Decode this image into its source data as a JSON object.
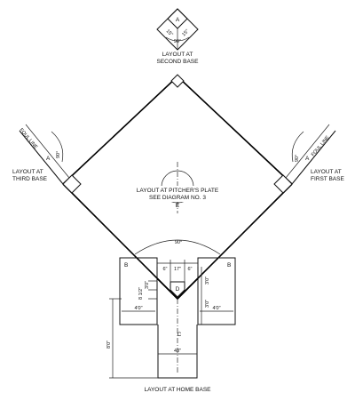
{
  "labels": {
    "second_base": [
      "LAYOUT AT",
      "SECOND BASE"
    ],
    "third_base": [
      "LAYOUT AT",
      "THIRD BASE"
    ],
    "first_base": [
      "LAYOUT AT",
      "FIRST BASE"
    ],
    "pitchers_plate": [
      "LAYOUT AT PITCHER'S PLATE",
      "SEE DIAGRAM NO. 3"
    ],
    "home_base": "LAYOUT AT HOME BASE",
    "foul_line_left": "FOUL LINE",
    "foul_line_right": "FOUL LINE"
  },
  "letters": {
    "A_second": "A",
    "A_third": "A",
    "A_first": "A",
    "B_left": "B",
    "B_right": "B",
    "C": "C",
    "D": "D",
    "E": "E"
  },
  "dimensions": {
    "second_15_left": "15\"",
    "second_15_right": "15\"",
    "second_90": "90°",
    "third_90": "90°",
    "first_90": "90°",
    "home_90": "90°",
    "six_left": "6\"",
    "seventeen": "17\"",
    "six_right": "6\"",
    "left_box_3ft": "3'0\"",
    "left_box_8_5": "8 1/2\"",
    "right_box_3ft": "3'0\"",
    "right_box_3ft_lower": "3'0\"",
    "left_box_width": "4'0\"",
    "right_box_width": "4'0\"",
    "left_8ft": "8'0\"",
    "catcher_width": "43\""
  }
}
